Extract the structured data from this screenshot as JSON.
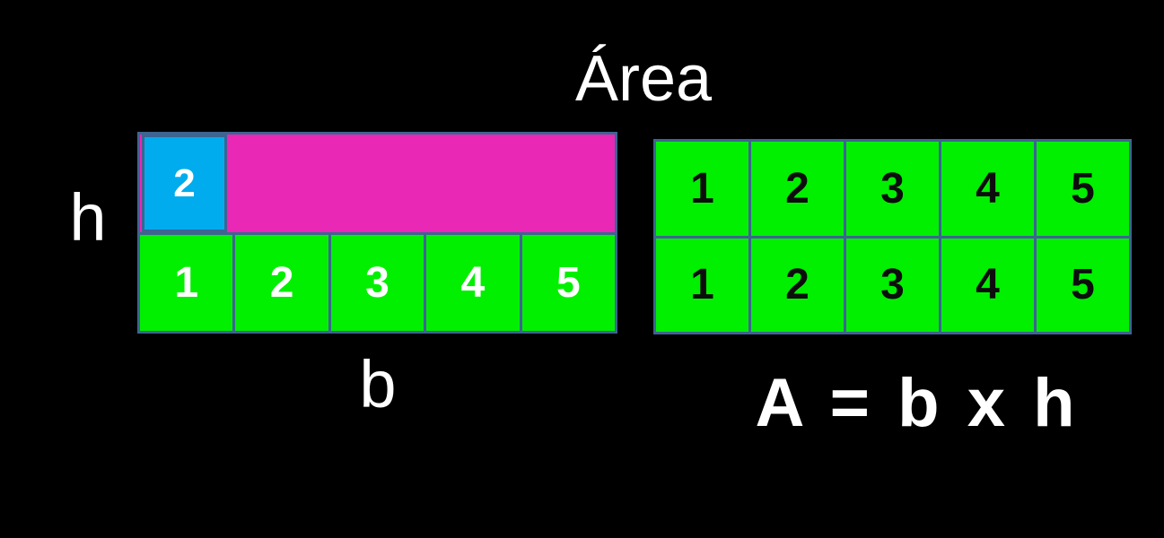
{
  "title": "Área",
  "labels": {
    "height": "h",
    "base": "b"
  },
  "formula": "A = b x h",
  "left_figure": {
    "cyan_cell_label": "2",
    "bottom_cells": [
      "1",
      "2",
      "3",
      "4",
      "5"
    ]
  },
  "right_grid": {
    "rows": [
      [
        "1",
        "2",
        "3",
        "4",
        "5"
      ],
      [
        "1",
        "2",
        "3",
        "4",
        "5"
      ]
    ]
  },
  "colors": {
    "magenta": "#e928b6",
    "cyan": "#00aced",
    "green": "#00f000",
    "border": "#3e6491",
    "text_light": "#ffffff",
    "text_dark": "#0d0d0d",
    "background": "#000000"
  }
}
